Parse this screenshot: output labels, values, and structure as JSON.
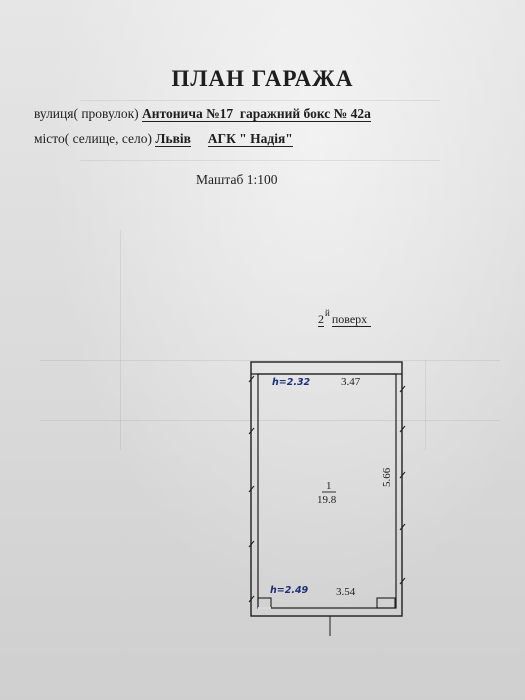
{
  "title": "ПЛАН ГАРАЖА",
  "address": {
    "street_label": "вулиця( провулок)",
    "street_value": "Антонича №17",
    "box_label": "гаражний бокс №",
    "box_value": "42а",
    "city_label": "місто( селище, село)",
    "city_value": "Львів",
    "coop_value": "АГК \" Надія\""
  },
  "scale": "Маштаб 1:100",
  "floor": {
    "number": "2",
    "suffix": "й",
    "label": "поверх"
  },
  "plan": {
    "top_width": "3.47",
    "bottom_width": "3.54",
    "side_length": "5.66",
    "room_number": "1",
    "room_area": "19.8",
    "height_top": "h=2.32",
    "height_bottom": "h=2.49"
  },
  "colors": {
    "ink": "#1e1e1e",
    "handwriting": "#1b2f7a",
    "paper": "#dcdcdc"
  }
}
